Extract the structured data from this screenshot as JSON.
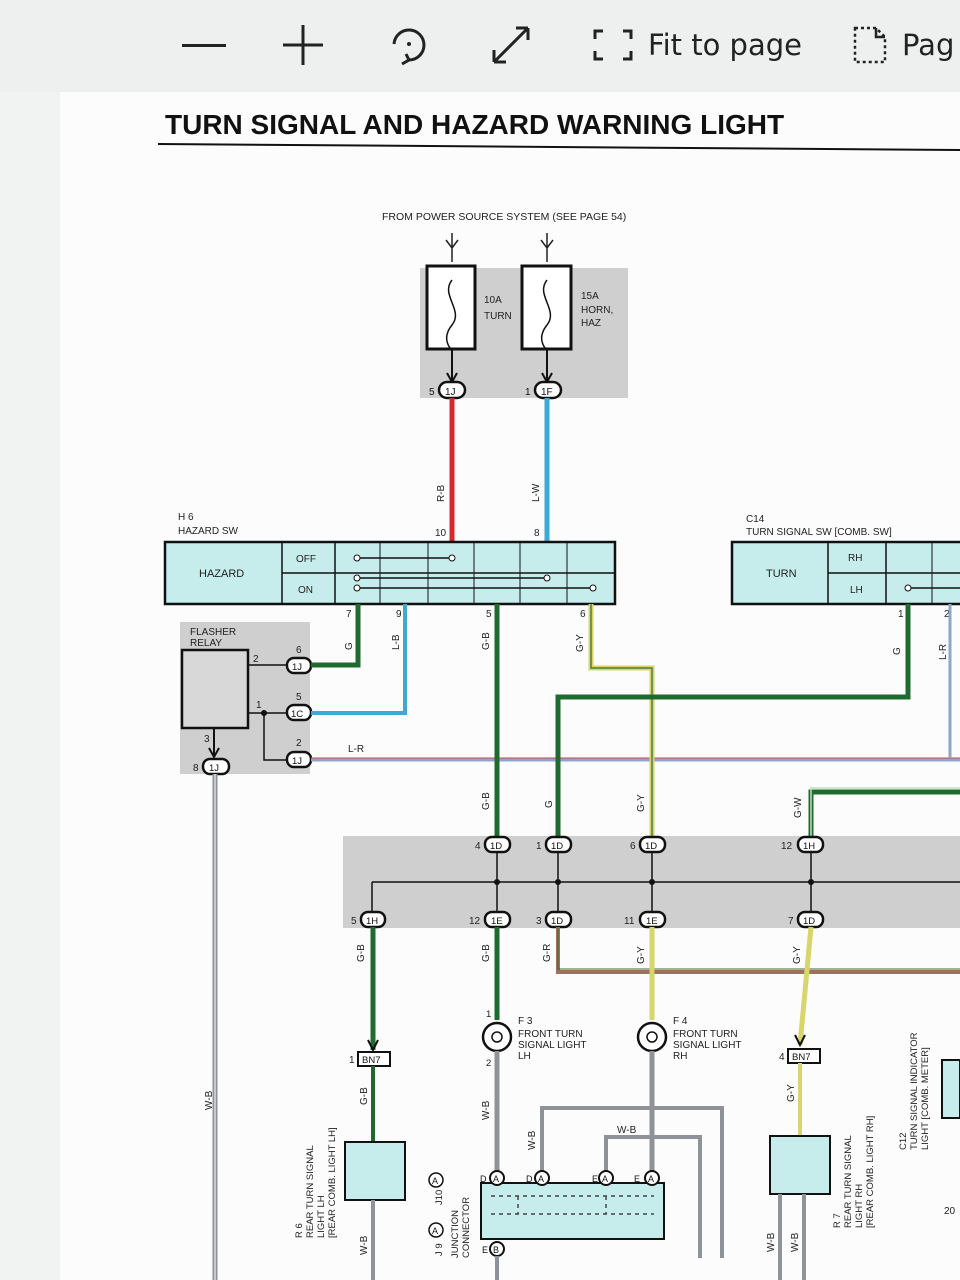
{
  "toolbar": {
    "zoom_out": "—",
    "zoom_in": "+",
    "fit_to_page": "Fit to page",
    "page_view": "Pag"
  },
  "diagram": {
    "title": "TURN SIGNAL AND HAZARD WARNING LIGHT",
    "power_source": "FROM POWER SOURCE SYSTEM (SEE PAGE 54)",
    "fuse1": {
      "rating": "10A",
      "name": "TURN"
    },
    "fuse2": {
      "rating": "15A",
      "name1": "HORN,",
      "name2": "HAZ"
    },
    "conn_1j": "1J",
    "conn_1f": "1F",
    "conn_1c": "1C",
    "conn_1d": "1D",
    "conn_1e": "1E",
    "conn_1h": "1H",
    "conn_bn7": "BN7",
    "wire_rb": "R-B",
    "wire_lw": "L-W",
    "wire_g": "G",
    "wire_lb": "L-B",
    "wire_gb": "G-B",
    "wire_gy": "G-Y",
    "wire_lr": "L-R",
    "wire_gw": "G-W",
    "wire_gr": "G-R",
    "wire_wb": "W-B",
    "hazard_sw": {
      "code": "H 6",
      "name": "HAZARD SW",
      "label": "HAZARD",
      "off": "OFF",
      "on": "ON"
    },
    "turn_sw": {
      "code": "C14",
      "name": "TURN SIGNAL SW [COMB. SW]",
      "label": "TURN",
      "rh": "RH",
      "lh": "LH"
    },
    "flasher": {
      "line1": "FLASHER",
      "line2": "RELAY"
    },
    "f3": {
      "code": "F 3",
      "line1": "FRONT TURN",
      "line2": "SIGNAL LIGHT",
      "line3": "LH"
    },
    "f4": {
      "code": "F 4",
      "line1": "FRONT TURN",
      "line2": "SIGNAL LIGHT",
      "line3": "RH"
    },
    "r6": {
      "code": "R 6",
      "line1": "REAR TURN SIGNAL",
      "line2": "LIGHT LH",
      "line3": "[REAR COMB. LIGHT LH]"
    },
    "r7": {
      "code": "R 7",
      "line1": "REAR TURN SIGNAL",
      "line2": "LIGHT RH",
      "line3": "[REAR COMB. LIGHT RH]"
    },
    "c12": {
      "code": "C12",
      "line1": "TURN SIGNAL INDICATOR",
      "line2": "LIGHT [COMB. METER]"
    },
    "junction": {
      "line1": "JUNCTION",
      "line2": "CONNECTOR",
      "j9": "J 9",
      "j10": "J10"
    },
    "pins": {
      "p1": "1",
      "p2": "2",
      "p3": "3",
      "p4": "4",
      "p5": "5",
      "p6": "6",
      "p7": "7",
      "p8": "8",
      "p9": "9",
      "p10": "10",
      "p11": "11",
      "p12": "12"
    },
    "jc_letters": {
      "a": "A",
      "b": "B",
      "d": "D",
      "e": "E"
    },
    "page_num": "20"
  },
  "colors": {
    "red": "#d9272e",
    "blue": "#3da9d6",
    "green": "#1f6b2f",
    "yellow": "#d8d56a",
    "gray_band": "#cfcfcf",
    "switch_fill": "#c6ecec"
  }
}
